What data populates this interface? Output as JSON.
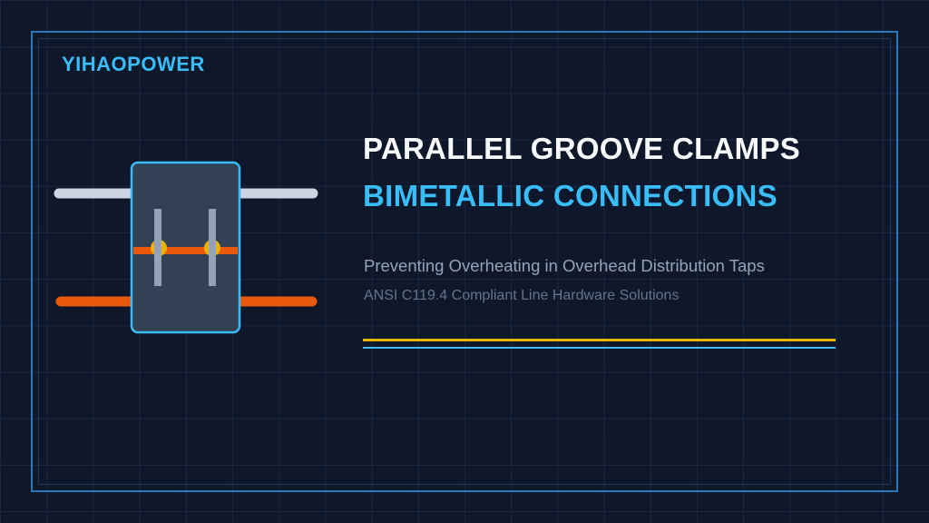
{
  "brand": {
    "name": "YIHAOPOWER"
  },
  "headline": {
    "title": "PARALLEL GROOVE CLAMPS",
    "subtitle": "BIMETALLIC CONNECTIONS"
  },
  "body": {
    "tagline": "Preventing Overheating in Overhead Distribution Taps",
    "compliance": "ANSI C119.4 Compliant Line Hardware Solutions"
  },
  "colors": {
    "background": "#0f172a",
    "accent_blue": "#38bdf8",
    "accent_gold": "#eab308",
    "conductor_aluminum": "#cbd5e1",
    "conductor_copper": "#ea580c",
    "clamp_body": "#334155"
  },
  "illustration": {
    "icon": "parallel-groove-clamp-icon"
  }
}
